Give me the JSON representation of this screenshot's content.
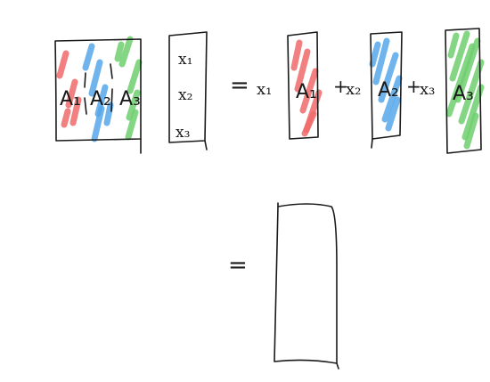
{
  "colors": {
    "ink": "#1a1a1a",
    "red_highlight": "#f06b6b",
    "blue_highlight": "#56a8ea",
    "green_highlight": "#6fd06f",
    "background": "#ffffff"
  },
  "matrix": {
    "col1_label": "A₁",
    "col2_label": "A₂",
    "col3_label": "A₃"
  },
  "vector": {
    "entry1": "x₁",
    "entry2": "x₂",
    "entry3": "x₃"
  },
  "equation": {
    "equals1": "=",
    "coef1": "x₁",
    "term1_label": "A₁",
    "plus1": "+",
    "coef2": "x₂",
    "term2_label": "A₂",
    "plus2": "+",
    "coef3": "x₃",
    "term3_label": "A₃",
    "equals2": "="
  }
}
